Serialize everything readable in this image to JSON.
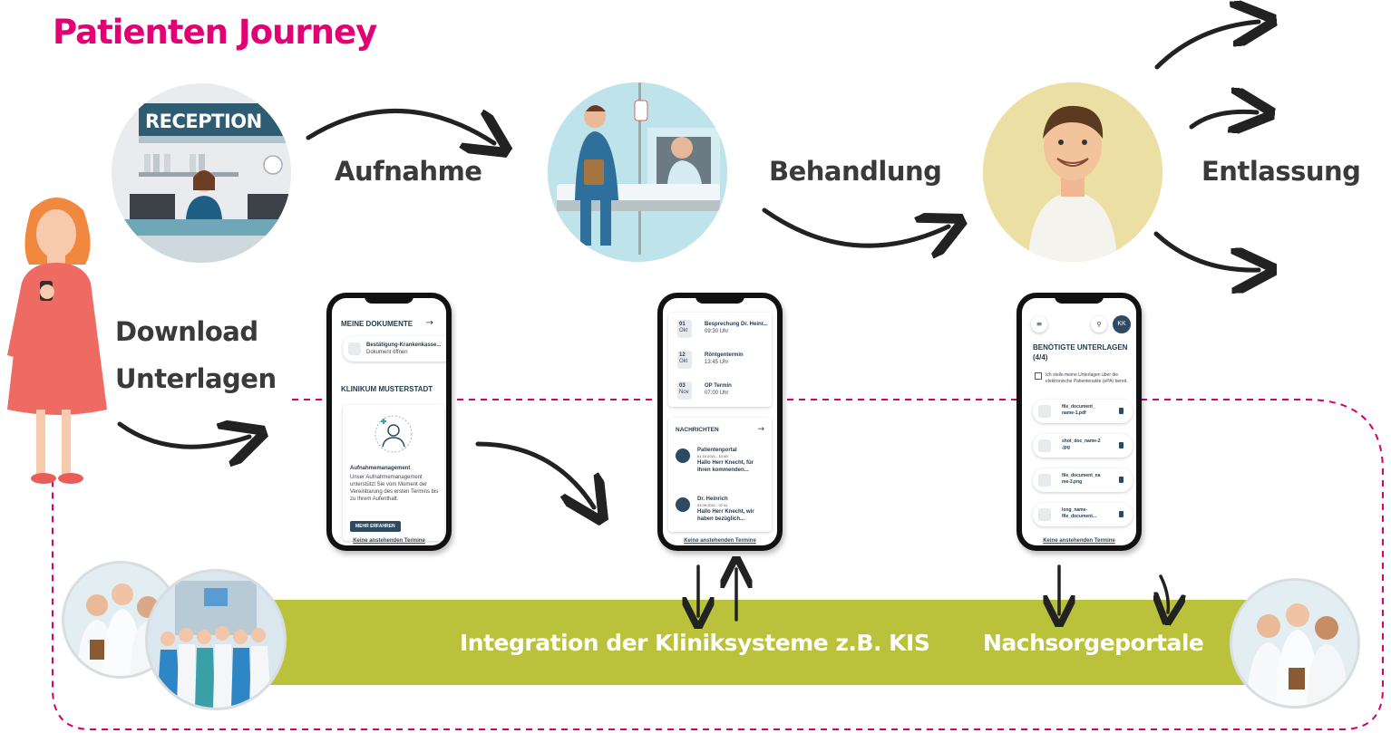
{
  "title": "Patienten Journey",
  "stages": {
    "aufnahme": "Aufnahme",
    "behandlung": "Behandlung",
    "entlassung": "Entlassung",
    "download_line1": "Download",
    "download_line2": "Unterlagen"
  },
  "reception_sign": "RECEPTION",
  "band": {
    "integration": "Integration der Kliniksysteme z.B. KIS",
    "nachsorge": "Nachsorgeportale"
  },
  "phone1": {
    "header": "MEINE DOKUMENTE",
    "doc_title": "Bestätigung-Krankenkasse...",
    "doc_sub": "Dokument öffnen",
    "clinic": "KLINIKUM MUSTERSTADT",
    "card_title": "Aufnahmemanagement",
    "card_text": "Unser Aufnahmemanagement unterstützt Sie vom Moment der Vereinbarung des ersten Termins bis zu Ihrem Aufenthalt.",
    "button": "MEHR ERFAHREN",
    "footer": "Keine anstehenden Termine"
  },
  "phone2": {
    "appointments": [
      {
        "day": "01",
        "month": "Okt",
        "title": "Besprechung Dr. Heinr...",
        "time": "09:30 Uhr"
      },
      {
        "day": "12",
        "month": "Okt",
        "title": "Röntgentermin",
        "time": "13:45 Uhr"
      },
      {
        "day": "03",
        "month": "Nov",
        "title": "OP Termin",
        "time": "07:00 Uhr"
      }
    ],
    "news_header": "NACHRICHTEN",
    "messages": [
      {
        "sender": "Patientenportal",
        "date": "01.10.2021 - 10:45",
        "text": "Hallo Herr Knecht, für Ihren kommenden..."
      },
      {
        "sender": "Dr. Heinrich",
        "date": "03.09.2021 - 07:41",
        "text": "Hallo Herr Knecht, wir haben bezüglich..."
      }
    ],
    "footer": "Keine anstehenden Termine"
  },
  "phone3": {
    "avatar": "KK",
    "header_line1": "BENÖTIGTE UNTERLAGEN",
    "header_line2": "(4/4)",
    "checkbox_text": "Ich stelle meine Unterlagen über die elektronische Patientenakte (ePA) bereit.",
    "files": [
      {
        "line1": "file_document_",
        "line2": "name-1.pdf"
      },
      {
        "line1": "shot_doc_name-2",
        "line2": ".jpg"
      },
      {
        "line1": "file_document_na",
        "line2": "me-3.png"
      },
      {
        "line1": "long_name-",
        "line2": "file_document..."
      }
    ],
    "footer": "Keine anstehenden Termine"
  },
  "colors": {
    "title": "#e20074",
    "band": "#b9c23a",
    "dash": "#d6006f",
    "dark_navy": "#2e4a63"
  }
}
